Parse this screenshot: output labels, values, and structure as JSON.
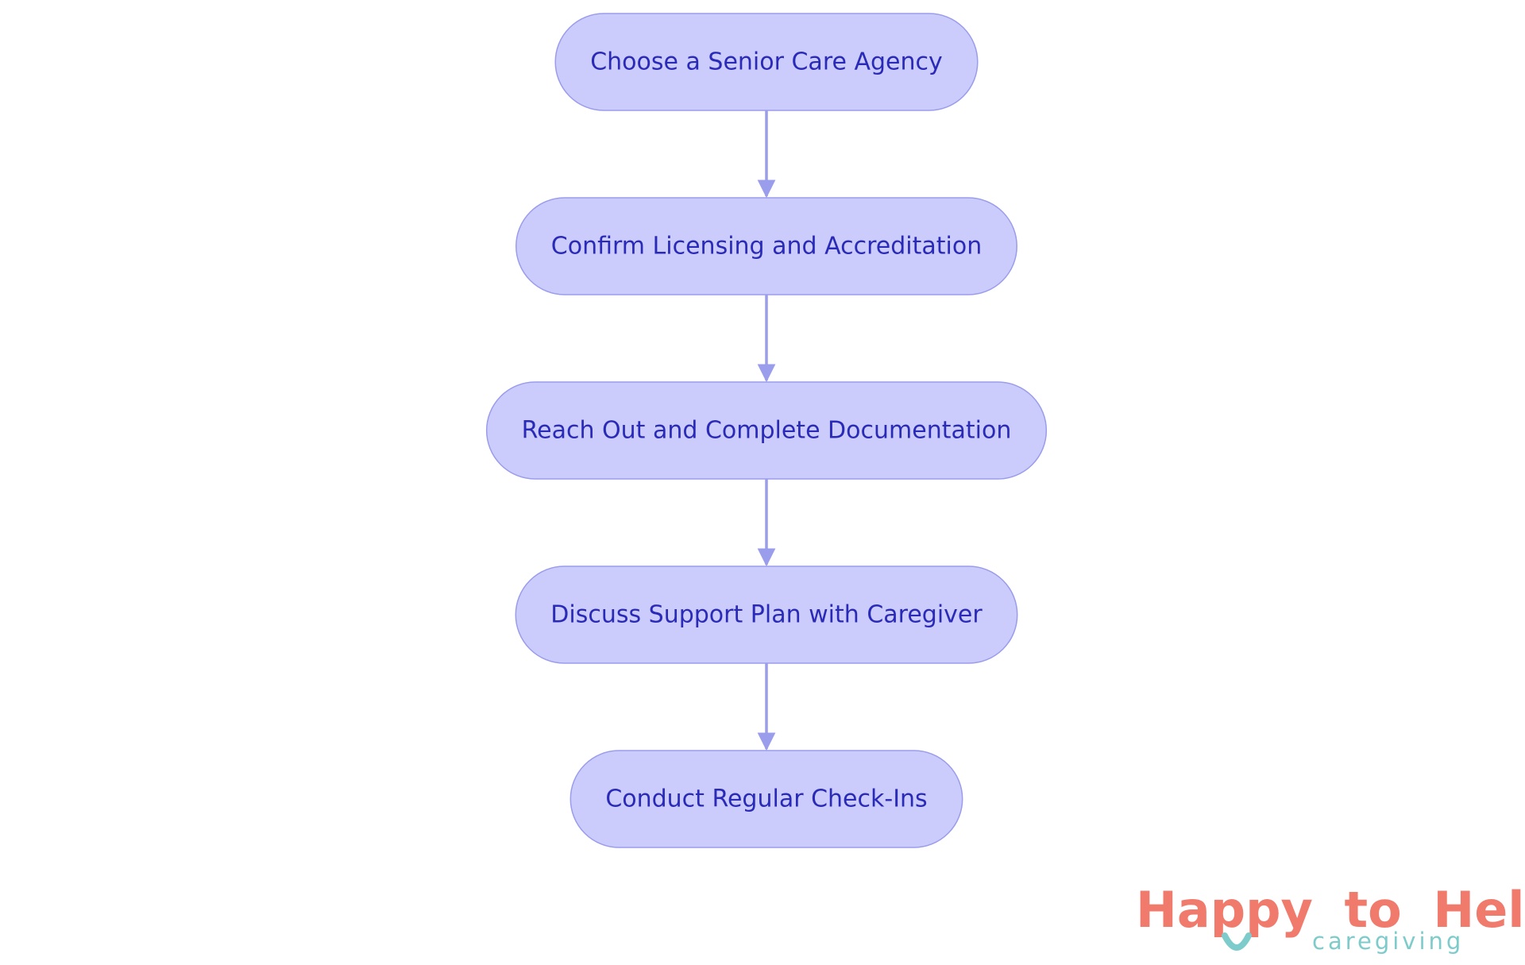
{
  "diagram": {
    "type": "flowchart",
    "direction": "top-to-bottom",
    "steps": [
      {
        "id": "choose-agency",
        "label": "Choose a Senior Care Agency"
      },
      {
        "id": "confirm-licensing",
        "label": "Confirm Licensing and Accreditation"
      },
      {
        "id": "reach-out",
        "label": "Reach Out and Complete Documentation"
      },
      {
        "id": "discuss-plan",
        "label": "Discuss Support Plan with Caregiver"
      },
      {
        "id": "check-ins",
        "label": "Conduct Regular Check-Ins"
      }
    ],
    "edges": [
      {
        "from": "choose-agency",
        "to": "confirm-licensing"
      },
      {
        "from": "confirm-licensing",
        "to": "reach-out"
      },
      {
        "from": "reach-out",
        "to": "discuss-plan"
      },
      {
        "from": "discuss-plan",
        "to": "check-ins"
      }
    ],
    "colors": {
      "node_fill": "#cbccfb",
      "node_border": "#9a9cec",
      "node_text": "#2a2ab8",
      "edge": "#9a9cec"
    }
  },
  "logo": {
    "word_1": "Happy",
    "word_2": "to",
    "word_3": "Help",
    "tagline": "caregiving",
    "colors": {
      "coral": "#f07a6c",
      "teal": "#7ecbcb"
    }
  }
}
